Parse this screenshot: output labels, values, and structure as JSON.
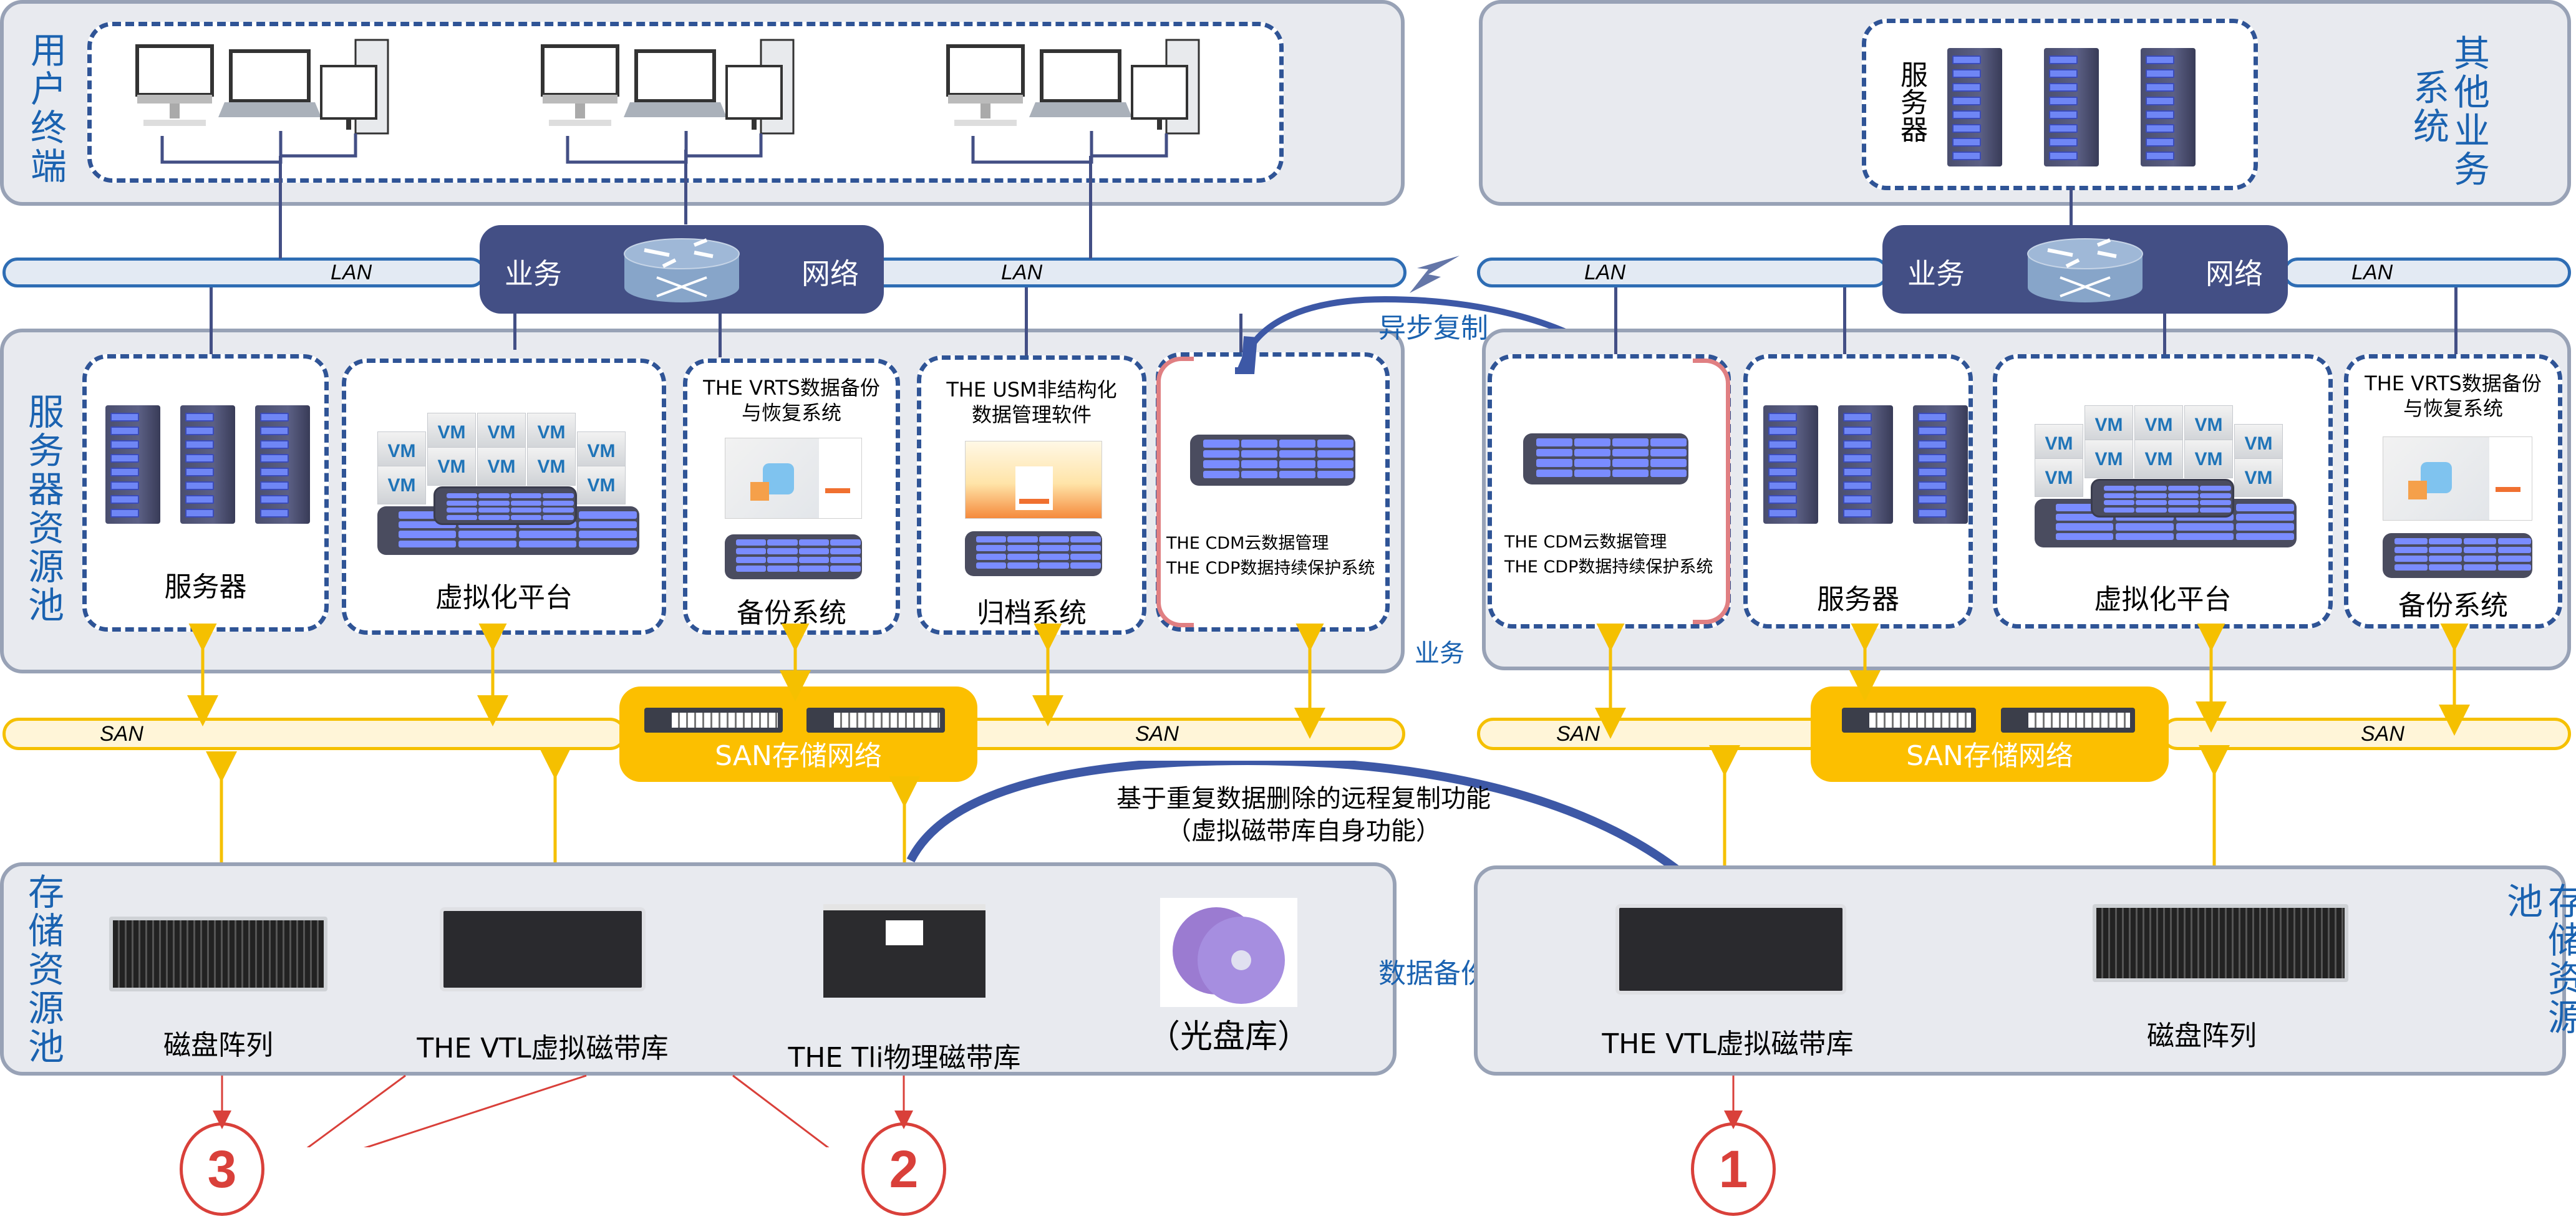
{
  "colors": {
    "panel_bg": "#e8eaef",
    "panel_border": "#98a2b6",
    "dashed_border": "#2f5496",
    "network_box": "#434f85",
    "san_box": "#fcbf00",
    "label_blue": "#1a62b0",
    "circle_red": "#d9403a",
    "replication_arrow": "#4a68c4"
  },
  "left_site": {
    "user_terminals": {
      "label": "用户终端",
      "groups": [
        {
          "devices": [
            "desktop-icon",
            "laptop-icon",
            "workstation-icon"
          ]
        },
        {
          "devices": [
            "desktop-icon",
            "laptop-icon",
            "workstation-icon"
          ]
        },
        {
          "devices": [
            "desktop-icon",
            "laptop-icon",
            "workstation-icon"
          ]
        }
      ]
    },
    "lan": {
      "left_label": "LAN",
      "right_label": "LAN"
    },
    "business_network": {
      "left": "业务",
      "right": "网络"
    },
    "server_pool": {
      "label": "服务器资源池",
      "items": [
        {
          "title": "",
          "caption": "服务器"
        },
        {
          "title": "",
          "caption": "虚拟化平台"
        },
        {
          "title": "THE VRTS数据备份与恢复系统",
          "title_line1": "THE VRTS数据备份",
          "title_line2": "与恢复系统",
          "caption": "备份系统"
        },
        {
          "title": "THE USM非结构化数据管理软件",
          "title_line1": "THE USM非结构化",
          "title_line2": "数据管理软件",
          "caption": "归档系统"
        },
        {
          "title": "",
          "desc_line1": "THE CDM云数据管理",
          "desc_line2": "THE CDP数据持续保护系统",
          "caption": ""
        }
      ]
    },
    "san": {
      "left_label": "SAN",
      "right_label": "SAN",
      "box_label": "SAN存储网络"
    },
    "storage_pool": {
      "label": "存储资源池",
      "items": [
        {
          "caption": "磁盘阵列"
        },
        {
          "caption": "THE VTL虚拟磁带库"
        },
        {
          "caption": "THE Tli物理磁带库"
        },
        {
          "caption": "（光盘库）"
        }
      ]
    },
    "vm_label": "VM"
  },
  "right_site": {
    "other_systems": {
      "label": "其他业务系统",
      "label_col1": "其他业务",
      "label_col2": "系统",
      "servers_label": "服务器"
    },
    "lan": {
      "left_label": "LAN",
      "right_label": "LAN"
    },
    "business_network": {
      "left": "业务",
      "right": "网络"
    },
    "server_pool": {
      "items": [
        {
          "desc_line1": "THE CDM云数据管理",
          "desc_line2": "THE CDP数据持续保护系统",
          "caption": ""
        },
        {
          "caption": "服务器"
        },
        {
          "caption": "虚拟化平台"
        },
        {
          "title_line1": "THE VRTS数据备份",
          "title_line2": "与恢复系统",
          "caption": "备份系统"
        }
      ]
    },
    "san": {
      "left_label": "SAN",
      "right_label": "SAN",
      "box_label": "SAN存储网络"
    },
    "storage_pool": {
      "label": "存储资源池",
      "items": [
        {
          "caption": "THE VTL虚拟磁带库"
        },
        {
          "caption": "磁盘阵列"
        }
      ]
    }
  },
  "annotations": {
    "async_replication": "异步复制",
    "business": "业务",
    "data_backup": "数据备份",
    "dedup_line1": "基于重复数据删除的远程复制功能",
    "dedup_line2": "（虚拟磁带库自身功能）"
  },
  "markers": [
    {
      "number": "3"
    },
    {
      "number": "2"
    },
    {
      "number": "1"
    }
  ]
}
